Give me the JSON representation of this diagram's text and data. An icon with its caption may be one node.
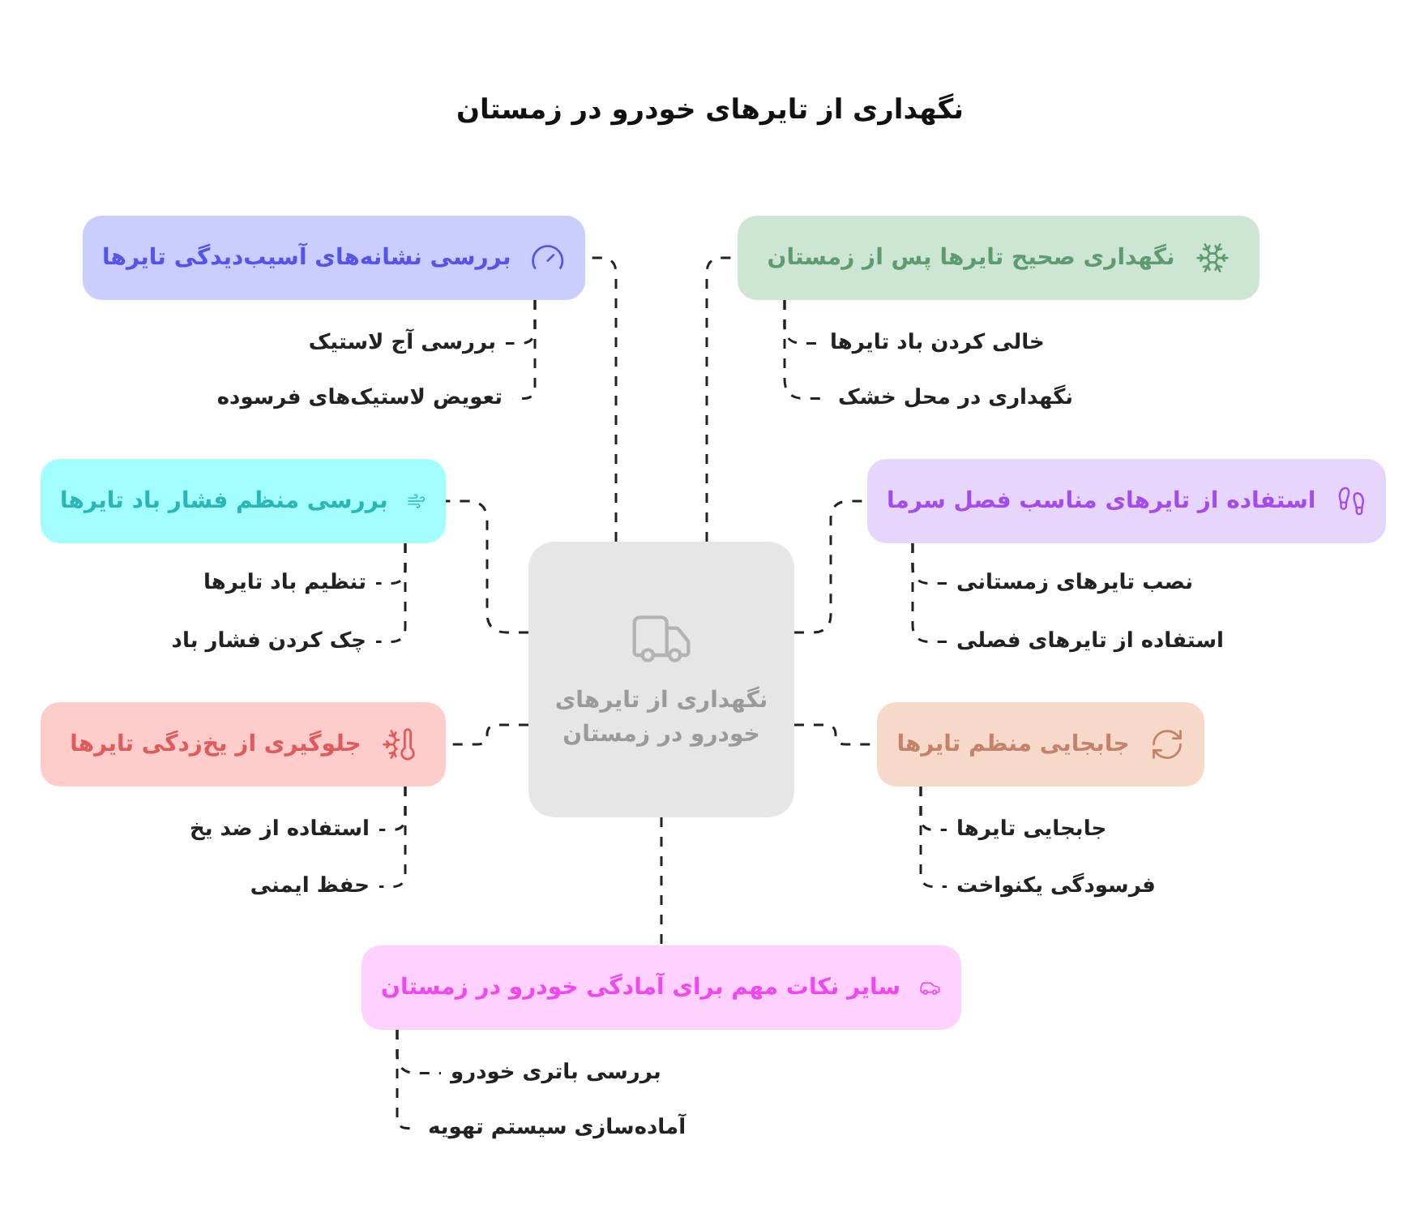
{
  "diagram": {
    "title": "نگهداری از تایرهای خودرو در زمستان",
    "nodes": [
      {
        "text": [
          "نگهداری از تایرهای خودرو در زمستان"
        ]
      },
      {
        "text": [
          "بررسی نشانه‌های آسیب‌دیدگی تایرها"
        ]
      },
      {
        "text": [
          "نگهداری صحیح تایرها پس از زمستان"
        ]
      },
      {
        "text": [
          "بررسی منظم فشار باد تایرها"
        ]
      },
      {
        "text": [
          "استفاده از تایرهای مناسب فصل سرما"
        ]
      },
      {
        "text": [
          "جلوگیری از یخ‌زدگی تایرها"
        ]
      },
      {
        "text": [
          "جابجایی منظم تایرها"
        ]
      },
      {
        "text": [
          "سایر نکات مهم برای آمادگی خودرو در زمستان"
        ]
      },
      {
        "text": [
          "بررسی آج لاستیک"
        ]
      },
      {
        "text": [
          "تعویض لاستیک‌های فرسوده"
        ]
      },
      {
        "text": [
          "خالی کردن باد تایرها"
        ]
      },
      {
        "text": [
          "نگهداری در محل خشک"
        ]
      },
      {
        "text": [
          "تنظیم باد تایرها"
        ]
      },
      {
        "text": [
          "چک کردن فشار باد"
        ]
      },
      {
        "text": [
          "نصب تایرهای زمستانی"
        ]
      },
      {
        "text": [
          "استفاده از تایرهای فصلی"
        ]
      },
      {
        "text": [
          "استفاده از ضد یخ"
        ]
      },
      {
        "text": [
          "حفظ ایمنی"
        ]
      },
      {
        "text": [
          "جابجایی تایرها"
        ]
      },
      {
        "text": [
          "فرسودگی یکنواخت"
        ]
      },
      {
        "text": [
          "بررسی باتری خودرو"
        ]
      },
      {
        "text": [
          "آماده‌سازی سیستم تهویه"
        ]
      }
    ],
    "edges": [
      {
        "from": 0,
        "to": 1,
        "arrow": "none"
      },
      {
        "from": 0,
        "to": 2,
        "arrow": "none"
      },
      {
        "from": 0,
        "to": 3,
        "arrow": "none"
      },
      {
        "from": 0,
        "to": 4,
        "arrow": "none"
      },
      {
        "from": 0,
        "to": 5,
        "arrow": "none"
      },
      {
        "from": 0,
        "to": 6,
        "arrow": "none"
      },
      {
        "from": 0,
        "to": 7,
        "arrow": "none"
      },
      {
        "from": 1,
        "to": 8,
        "arrow": "none"
      },
      {
        "from": 1,
        "to": 9,
        "arrow": "none"
      },
      {
        "from": 2,
        "to": 10,
        "arrow": "none"
      },
      {
        "from": 2,
        "to": 11,
        "arrow": "none"
      },
      {
        "from": 3,
        "to": 12,
        "arrow": "none"
      },
      {
        "from": 3,
        "to": 13,
        "arrow": "none"
      },
      {
        "from": 4,
        "to": 14,
        "arrow": "none"
      },
      {
        "from": 4,
        "to": 15,
        "arrow": "none"
      },
      {
        "from": 5,
        "to": 16,
        "arrow": "none"
      },
      {
        "from": 5,
        "to": 17,
        "arrow": "none"
      },
      {
        "from": 6,
        "to": 18,
        "arrow": "none"
      },
      {
        "from": 6,
        "to": 19,
        "arrow": "none"
      },
      {
        "from": 7,
        "to": 20,
        "arrow": "none"
      },
      {
        "from": 7,
        "to": 21,
        "arrow": "none"
      }
    ]
  }
}
